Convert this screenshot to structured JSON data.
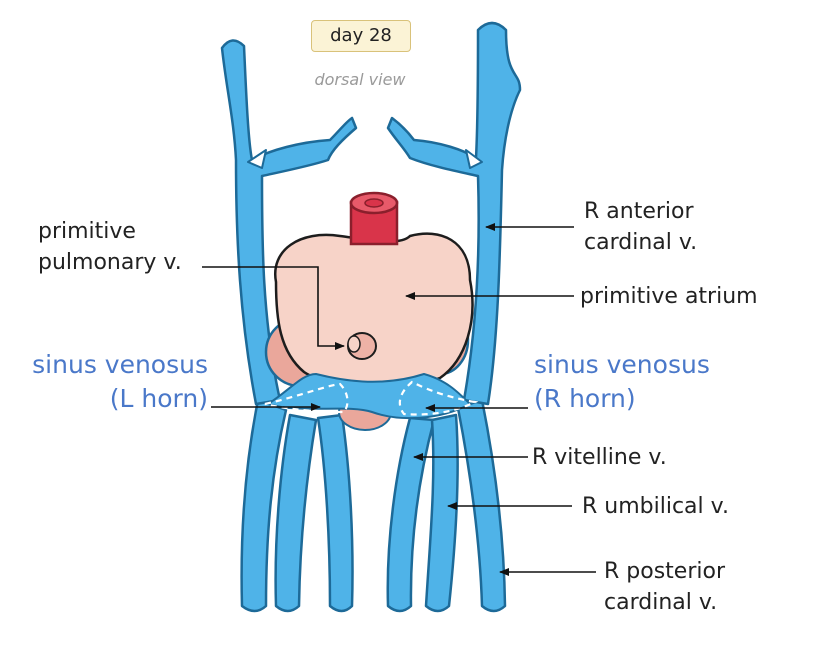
{
  "header": {
    "stage": "day 28",
    "view": "dorsal view"
  },
  "labels": {
    "primitive_pulmonary_v": [
      "primitive",
      "pulmonary v."
    ],
    "r_anterior_cardinal_v": [
      "R anterior",
      "cardinal v."
    ],
    "primitive_atrium": "primitive atrium",
    "sinus_venosus_left": [
      "sinus venosus",
      "(L horn)"
    ],
    "sinus_venosus_right": [
      "sinus venosus",
      "(R horn)"
    ],
    "r_vitelline_v": "R vitelline v.",
    "r_umbilical_v": "R umbilical v.",
    "r_posterior_cardinal_v": [
      "R posterior",
      "cardinal v."
    ]
  },
  "colors": {
    "vein_fill": "#4fb3e8",
    "vein_outline": "#1d6a98",
    "atrium_fill": "#f7d3c8",
    "outflow_red": "#d9344a",
    "sinus_label": "#4a78c9"
  }
}
